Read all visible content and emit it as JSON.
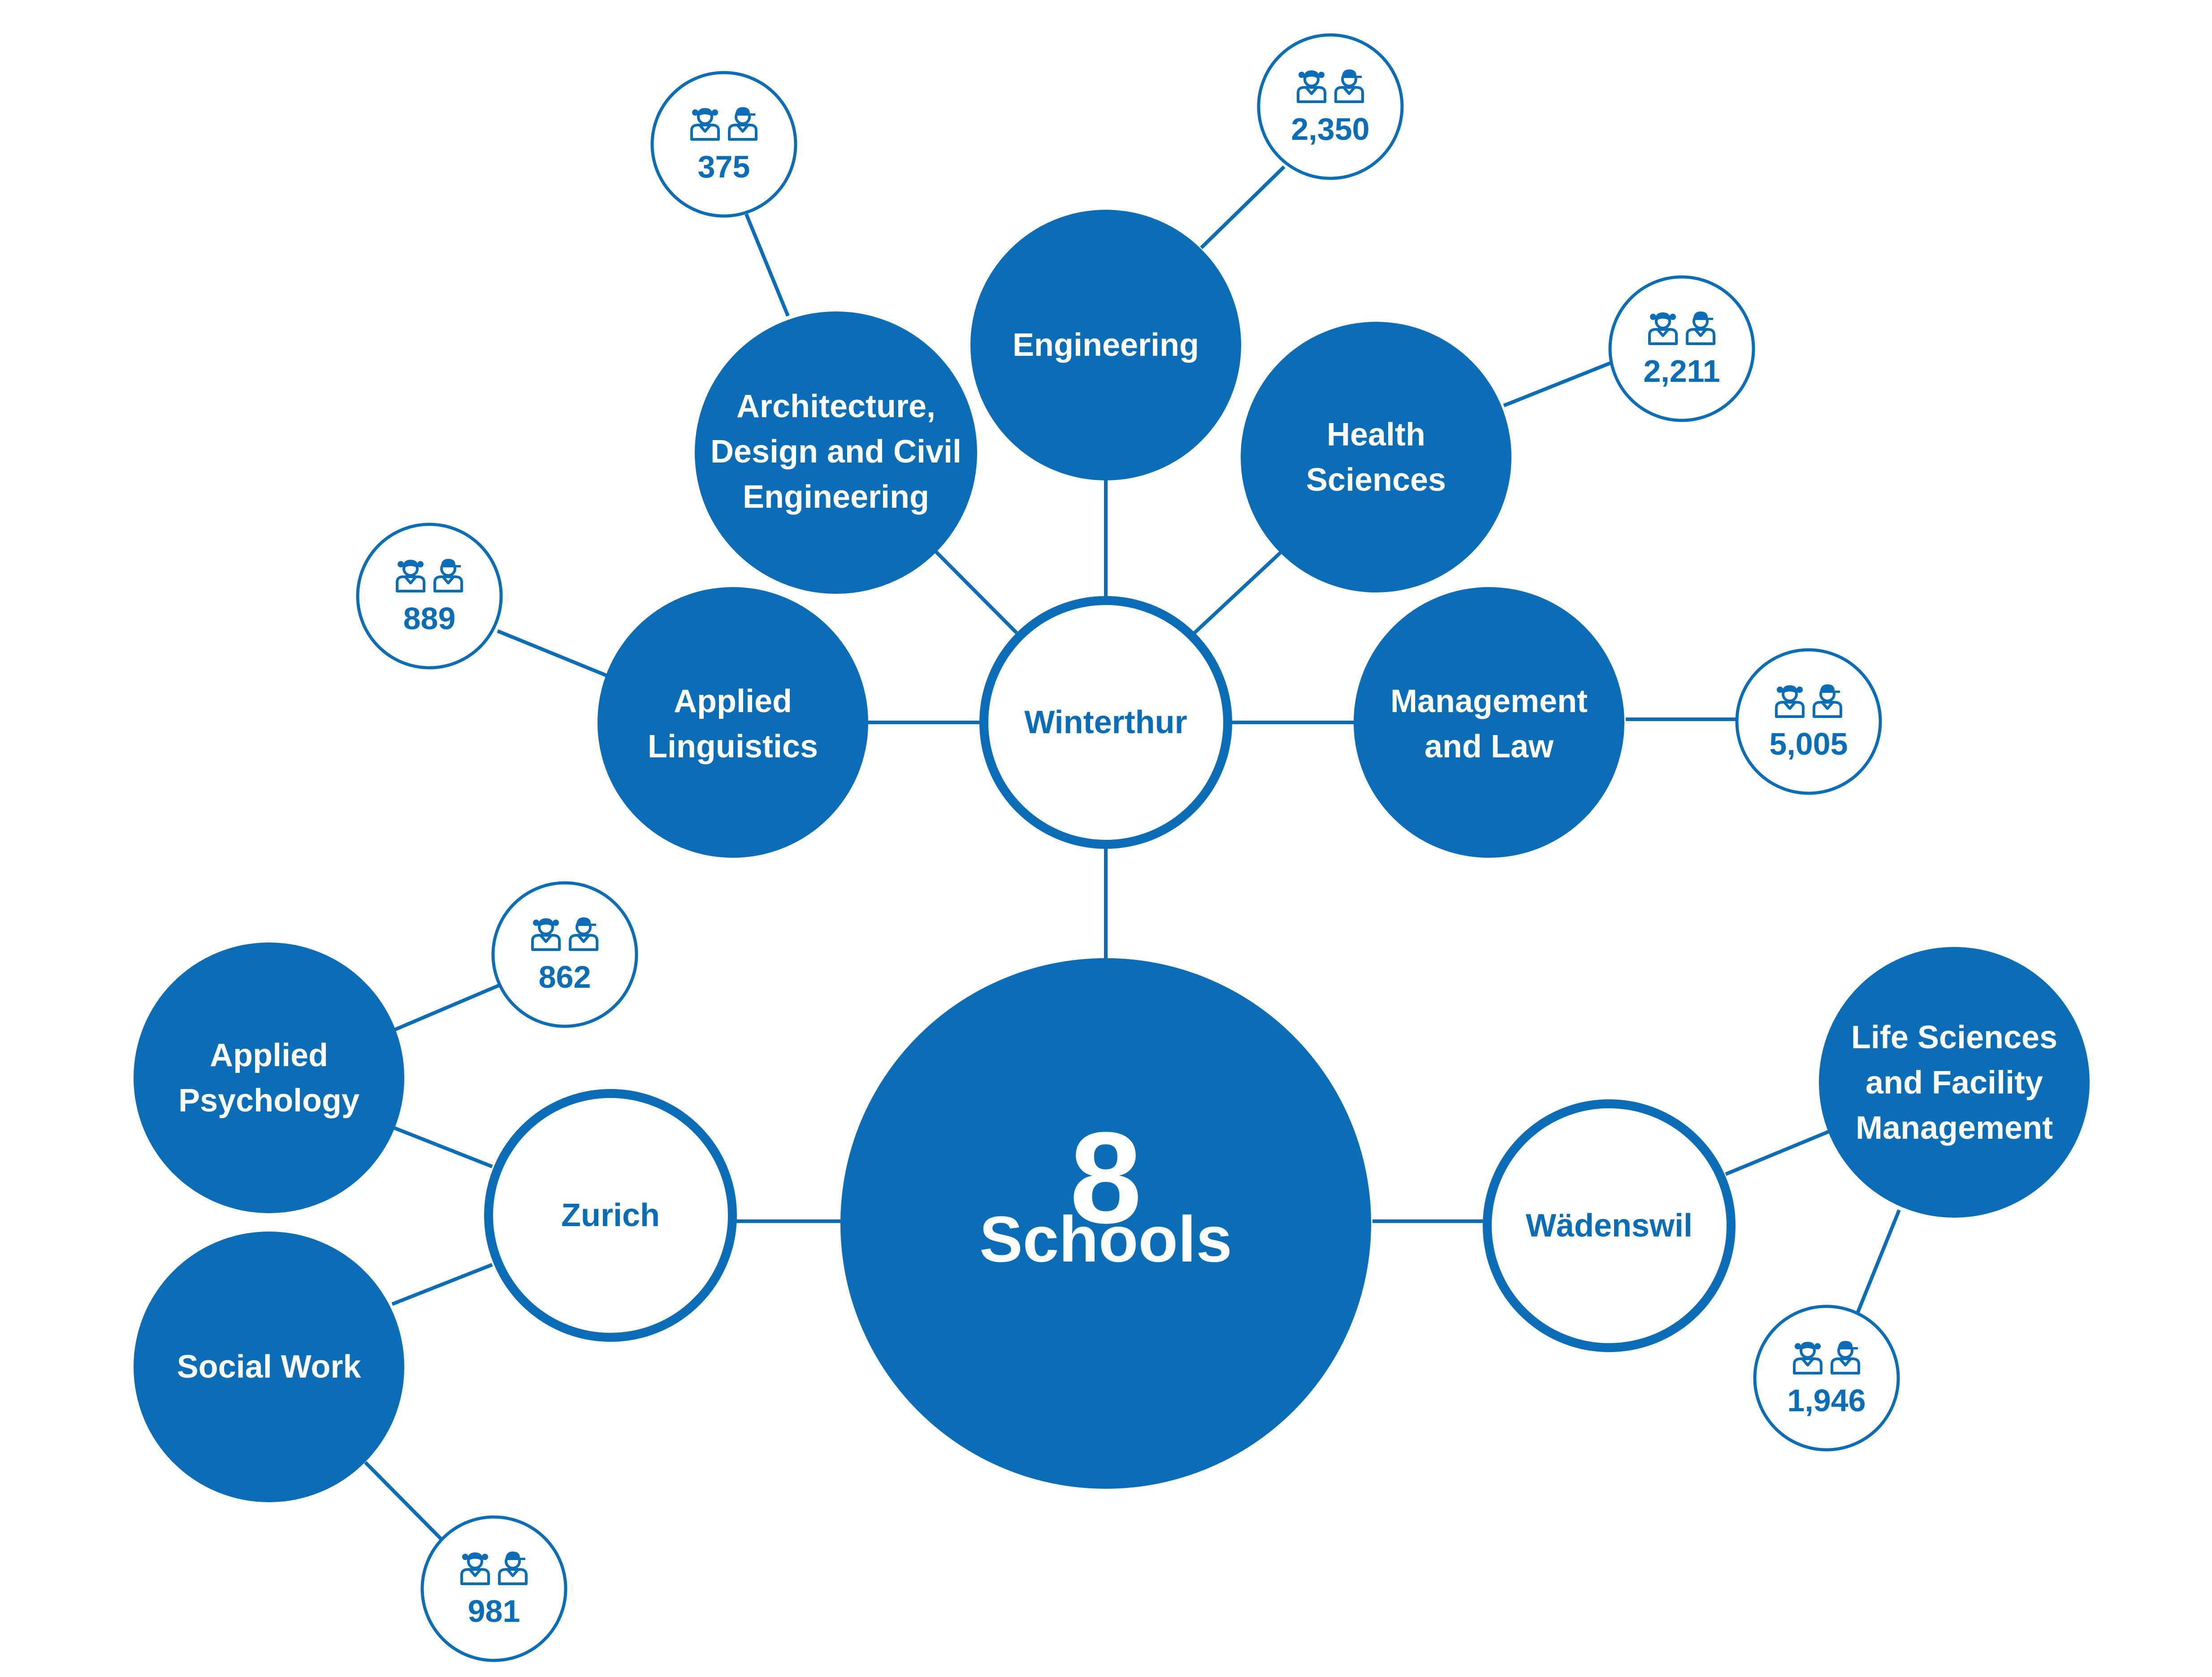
{
  "colors": {
    "primary": "#0a6db5",
    "background": "#ffffff"
  },
  "center": {
    "number": "8",
    "label": "Schools"
  },
  "campuses": {
    "winterthur": "Winterthur",
    "zurich": "Zurich",
    "waedenswil": "Wädenswil"
  },
  "schools": {
    "architecture": {
      "lines": [
        "Architecture,",
        "Design and Civil",
        "Engineering"
      ],
      "students": "375"
    },
    "engineering": {
      "lines": [
        "Engineering"
      ],
      "students": "2,350"
    },
    "health": {
      "lines": [
        "Health",
        "Sciences"
      ],
      "students": "2,211"
    },
    "linguistics": {
      "lines": [
        "Applied",
        "Linguistics"
      ],
      "students": "889"
    },
    "management": {
      "lines": [
        "Management",
        "and Law"
      ],
      "students": "5,005"
    },
    "psychology": {
      "lines": [
        "Applied",
        "Psychology"
      ],
      "students": "862"
    },
    "social_work": {
      "lines": [
        "Social Work"
      ],
      "students": "981"
    },
    "life_sciences": {
      "lines": [
        "Life Sciences",
        "and Facility",
        "Management"
      ],
      "students": "1,946"
    }
  },
  "icons": {
    "student_pair": "female-and-male-student-icon"
  }
}
